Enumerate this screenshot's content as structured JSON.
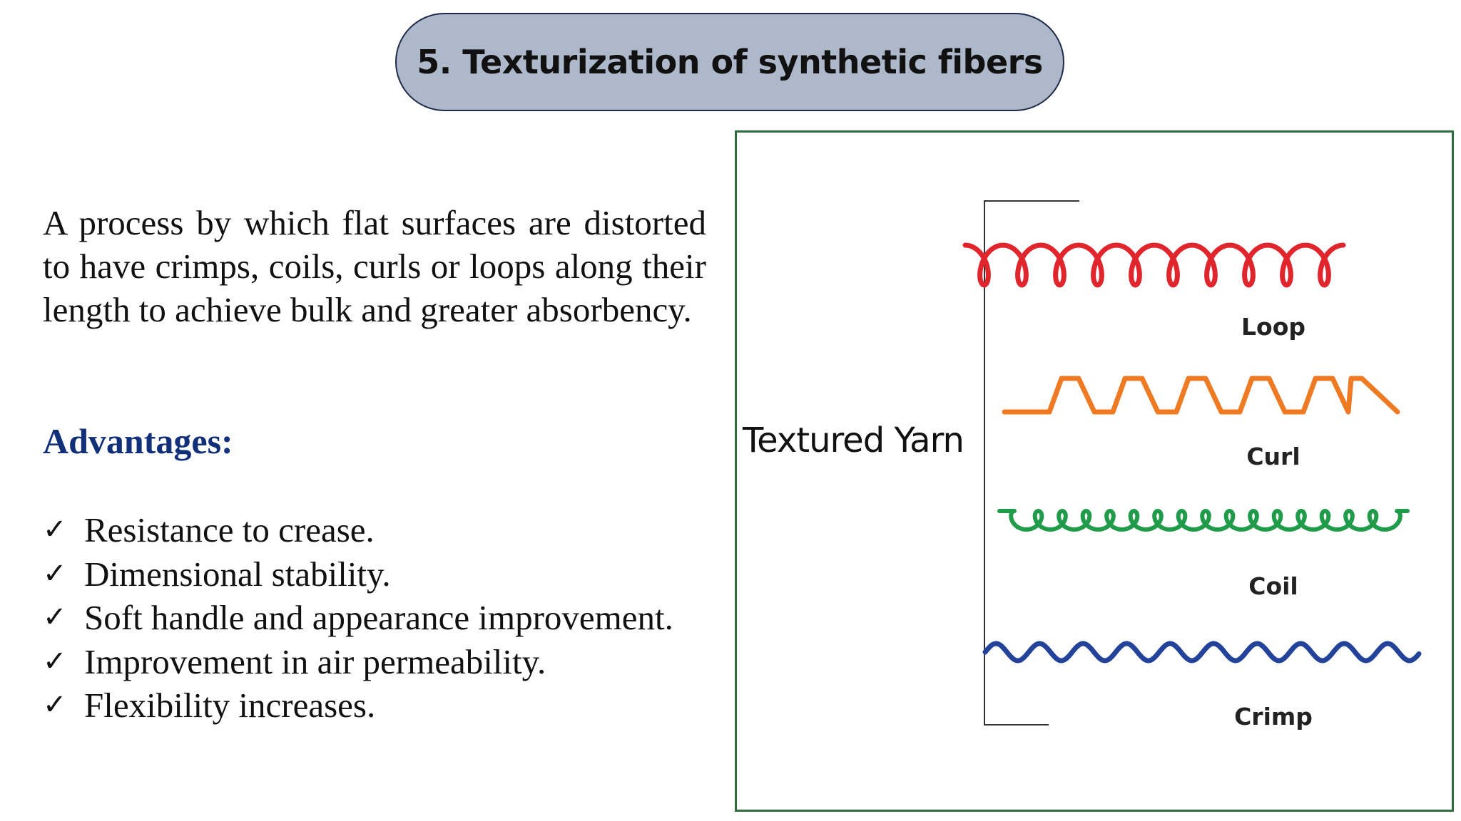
{
  "slide": {
    "title": "5. Texturization of synthetic fibers",
    "description": "A process by which flat surfaces are distorted to have crimps, coils, curls or loops along their length to achieve bulk and greater absorbency.",
    "advantages_heading": "Advantages:",
    "advantages": [
      {
        "icon": "check-icon",
        "glyph": "✓",
        "text": "Resistance to crease."
      },
      {
        "icon": "check-icon",
        "glyph": "✓",
        "text": "Dimensional stability."
      },
      {
        "icon": "check-icon",
        "glyph": "✓",
        "text": "Soft handle and appearance improvement."
      },
      {
        "icon": "check-icon",
        "glyph": "✓",
        "text": "Improvement in air permeability."
      },
      {
        "icon": "check-icon",
        "glyph": "✓",
        "text": "Flexibility increases."
      }
    ]
  },
  "figure": {
    "yarn_label": "Textured Yarn",
    "textures": [
      {
        "label": "Loop",
        "color": "#e0252d"
      },
      {
        "label": "Curl",
        "color": "#ef7a24"
      },
      {
        "label": "Coil",
        "color": "#1f9b4a"
      },
      {
        "label": "Crimp",
        "color": "#23439a"
      }
    ]
  },
  "colors": {
    "title_fill": "#adb9ca",
    "title_border": "#1f2a4a",
    "heading": "#12307a",
    "frame_border": "#2e6b3f"
  }
}
